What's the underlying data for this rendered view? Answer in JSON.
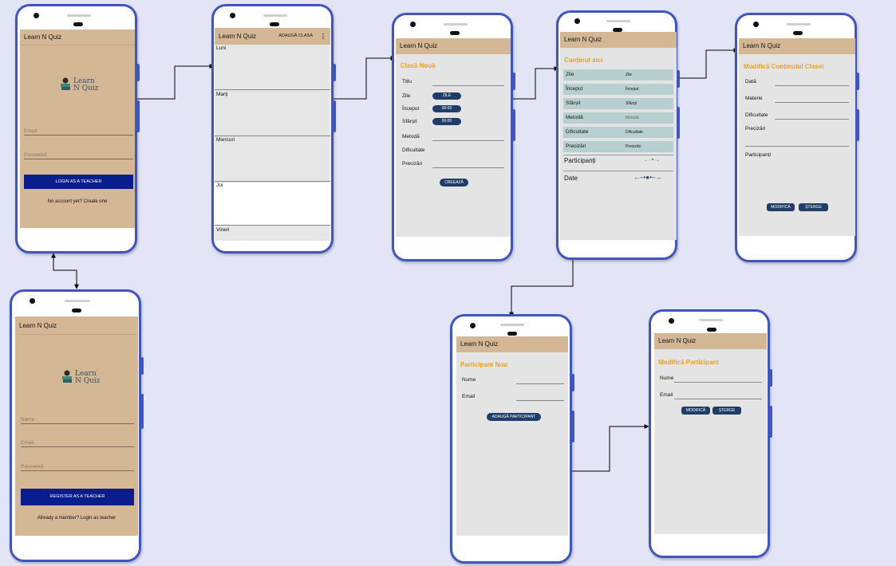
{
  "app": {
    "title": "Learn N Quiz",
    "logo_text_1": "Learn",
    "logo_text_2": "N Quiz",
    "logo_mark": "'"
  },
  "login": {
    "email_placeholder": "Email",
    "password_placeholder": "Password",
    "login_button": "LOGIN AS A TEACHER",
    "create_link": "No account yet? Create one"
  },
  "register": {
    "name_placeholder": "Name",
    "email_placeholder": "Email",
    "password_placeholder": "Password",
    "register_button": "REGISTER AS A TEACHER",
    "login_link": "Already a member? Login as teacher"
  },
  "schedule": {
    "action": "ADAUGĂ CLASA",
    "menu_icon": "⋮",
    "days": [
      "Luni",
      "Marți",
      "Miercuri",
      "Joi",
      "Vineri"
    ]
  },
  "new_class": {
    "heading": "Clasă Nouă",
    "title_label": "Titlu",
    "days_label": "Zile",
    "days_button": "ZILE",
    "start_label": "Început",
    "start_time": "00:00",
    "end_label": "Sfârșit",
    "end_time": "00:00",
    "method_label": "Metodă",
    "difficulty_label": "Dificultate",
    "notes_label": "Precizări",
    "create_button": "CREEAZĂ"
  },
  "content": {
    "heading": "Conținut aici",
    "rows": [
      {
        "label": "Zile",
        "value": "Zile"
      },
      {
        "label": "Început",
        "value": "Început"
      },
      {
        "label": "Sfârșit",
        "value": "Sfârșit"
      },
      {
        "label": "Metodă",
        "value": "Metodă"
      },
      {
        "label": "Dificultate",
        "value": "Dificultate"
      },
      {
        "label": "Precizări",
        "value": "Precizări"
      }
    ],
    "participants_label": "Participanți",
    "dates_label": "Date",
    "participants_control": "←··•·→",
    "dates_control": "←–•●•–→"
  },
  "edit_content": {
    "heading": "Modifică Conținutul Clasei",
    "date_label": "Dată",
    "subject_label": "Materie",
    "difficulty_label": "Dificultate",
    "notes_label": "Precizări",
    "participants_label": "Participanți",
    "edit_button": "MODIFICĂ",
    "delete_button": "ȘTERGE"
  },
  "new_participant": {
    "heading": "Participant Nou",
    "name_label": "Nume",
    "email_label": "Email",
    "add_button": "ADAUGĂ PARTICIPANT"
  },
  "edit_participant": {
    "heading": "Modifică Participant",
    "name_label": "Nume",
    "email_label": "Email",
    "edit_button": "MODIFICĂ",
    "delete_button": "ȘTERGE"
  },
  "colors": {
    "background": "#e3e5f7",
    "phone_frame": "#3e56c2",
    "app_bar": "#d4b896",
    "primary_button": "#0a1d8f",
    "pill_button": "#1f3d66",
    "heading_accent": "#f59e1b",
    "table_row": "#b7d0cf"
  }
}
